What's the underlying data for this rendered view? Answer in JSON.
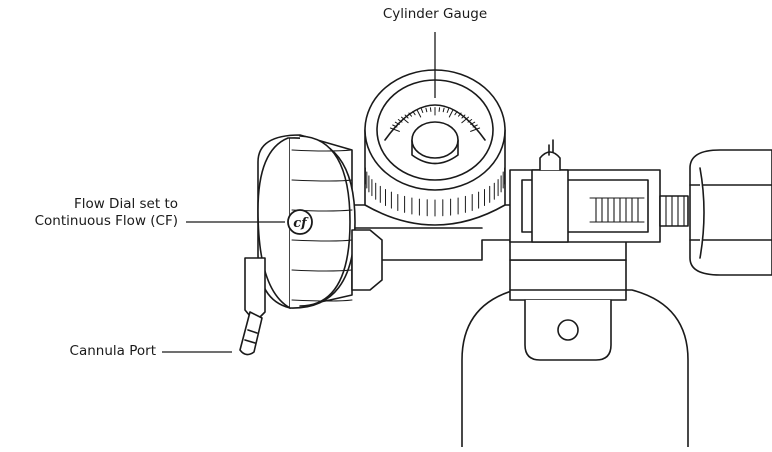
{
  "labels": {
    "cylinder_gauge": "Cylinder Gauge",
    "flow_dial_line1": "Flow Dial set to",
    "flow_dial_line2": "Continuous Flow (CF)",
    "cannula_port": "Cannula Port"
  },
  "dial_marking": "cf",
  "colors": {
    "stroke": "#1a1a1a",
    "fill": "#ffffff",
    "gauge_face": "#c9c9c9"
  }
}
